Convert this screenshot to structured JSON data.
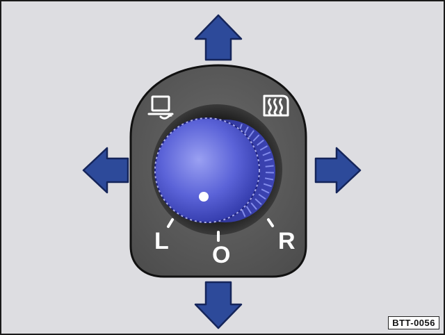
{
  "labels": {
    "left": "L",
    "off": "O",
    "right": "R"
  },
  "figure_code": "BTT-0056",
  "icons": {
    "mirror_fold": "mirror-fold-icon",
    "mirror_heat": "mirror-heating-icon"
  },
  "colors": {
    "arrow_blue": "#2d4a9a",
    "knob_blue": "#5b63d8",
    "plate_gray": "#5c5c5c",
    "background": "#dddde1"
  }
}
